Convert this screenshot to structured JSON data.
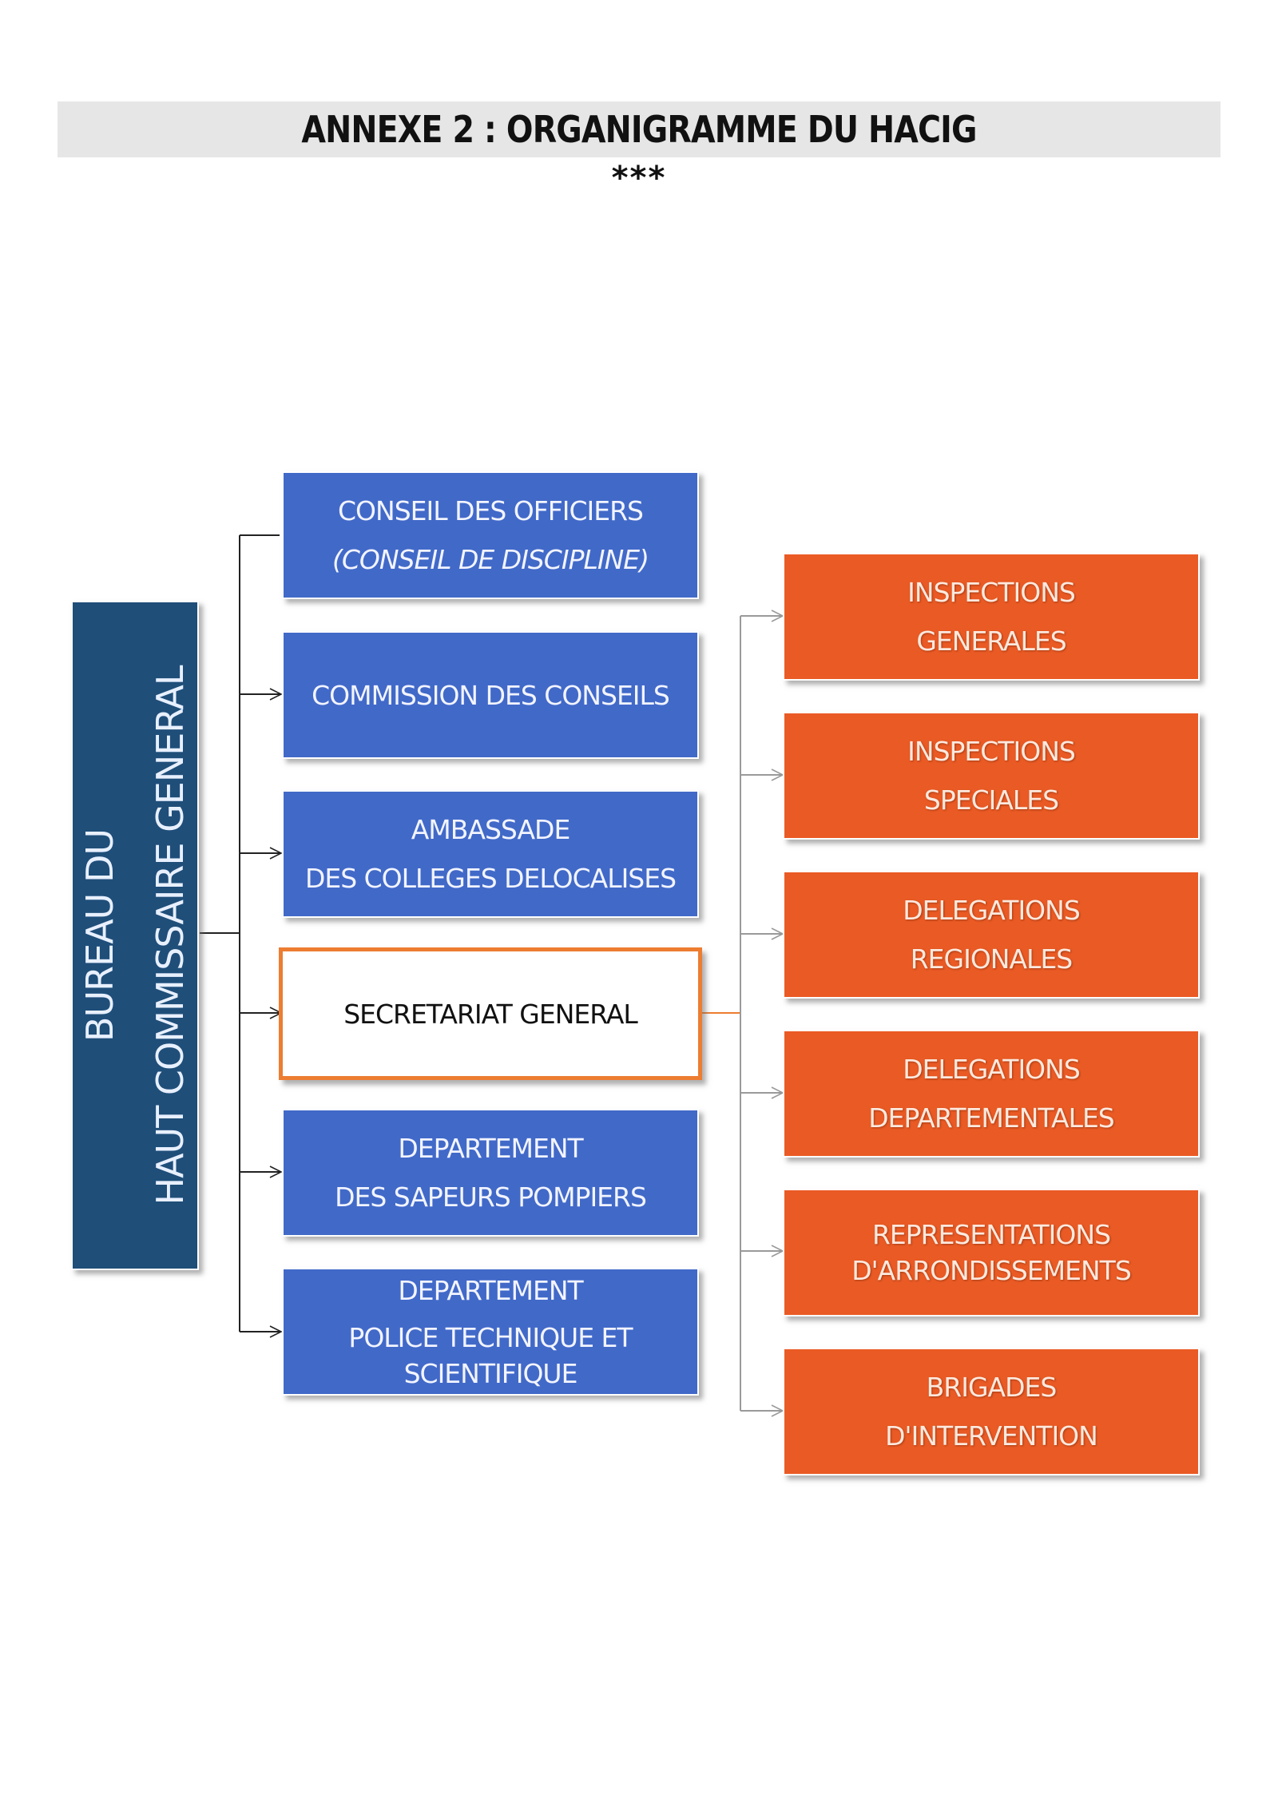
{
  "header": {
    "title": "ANNEXE 2 : ORGANIGRAMME DU HACIG",
    "separator": "***"
  },
  "org_chart": {
    "root": {
      "line1": "BUREAU DU",
      "line2": "HAUT COMMISSAIRE GENERAL"
    },
    "middle": [
      {
        "lines": [
          "CONSEIL DES OFFICIERS",
          "(CONSEIL DE DISCIPLINE)"
        ]
      },
      {
        "lines": [
          "COMMISSION DES CONSEILS"
        ]
      },
      {
        "lines": [
          "AMBASSADE",
          "DES COLLEGES DELOCALISES"
        ]
      },
      {
        "lines": [
          "SECRETARIAT GENERAL"
        ]
      },
      {
        "lines": [
          "DEPARTEMENT",
          "DES SAPEURS POMPIERS"
        ]
      },
      {
        "lines": [
          "DEPARTEMENT",
          "POLICE TECHNIQUE ET",
          "SCIENTIFIQUE"
        ]
      }
    ],
    "right": [
      {
        "lines": [
          "INSPECTIONS",
          "GENERALES"
        ]
      },
      {
        "lines": [
          "INSPECTIONS",
          "SPECIALES"
        ]
      },
      {
        "lines": [
          "DELEGATIONS",
          "REGIONALES"
        ]
      },
      {
        "lines": [
          "DELEGATIONS",
          "DEPARTEMENTALES"
        ]
      },
      {
        "lines": [
          "REPRESENTATIONS",
          "D'ARRONDISSEMENTS"
        ]
      },
      {
        "lines": [
          "BRIGADES",
          "D'INTERVENTION"
        ]
      }
    ],
    "colors": {
      "root": "#1f4e79",
      "middle": "#4169c8",
      "highlight_border": "#ed7d31",
      "right": "#ea5a24"
    }
  }
}
